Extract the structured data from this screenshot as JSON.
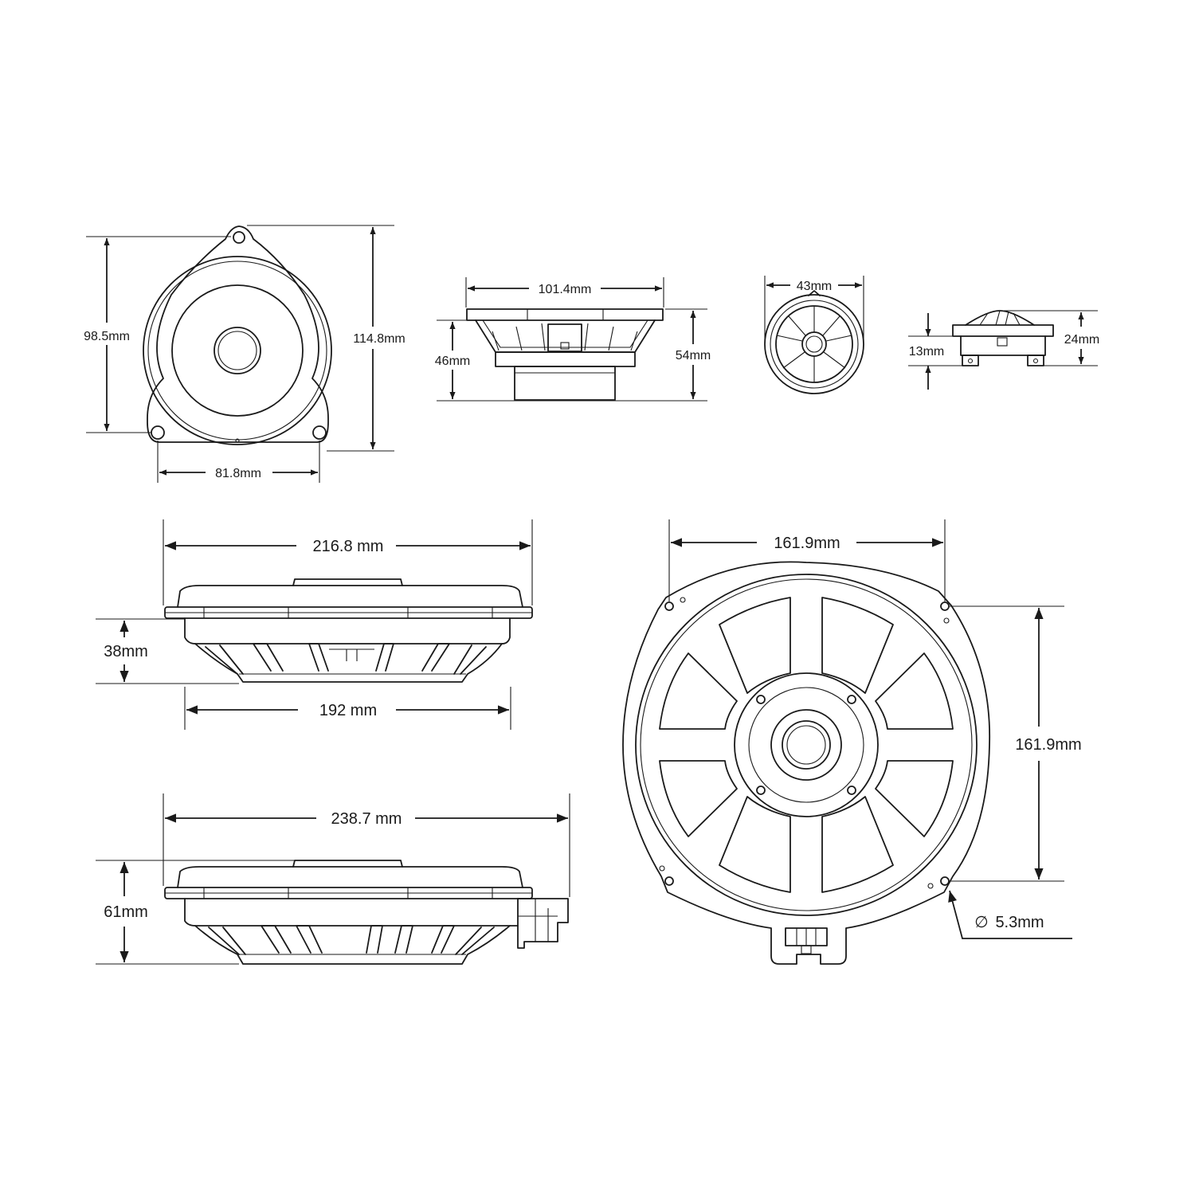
{
  "dimensions": {
    "mid_mount_height": "98.5mm",
    "mid_total_height": "114.8mm",
    "mid_hole_spacing": "81.8mm",
    "mid_frame_width": "101.4mm",
    "mid_depth_46": "46mm",
    "mid_depth_54": "54mm",
    "tweeter_diameter": "43mm",
    "tweeter_depth_13": "13mm",
    "tweeter_depth_24": "24mm",
    "sub_small_width": "216.8 mm",
    "sub_small_depth": "38mm",
    "sub_small_basket": "192 mm",
    "sub_large_width": "238.7 mm",
    "sub_large_depth": "61mm",
    "sub_hole_spacing_h": "161.9mm",
    "sub_hole_spacing_v": "161.9mm",
    "sub_hole_diameter": "5.3mm",
    "diameter_symbol": "∅"
  }
}
